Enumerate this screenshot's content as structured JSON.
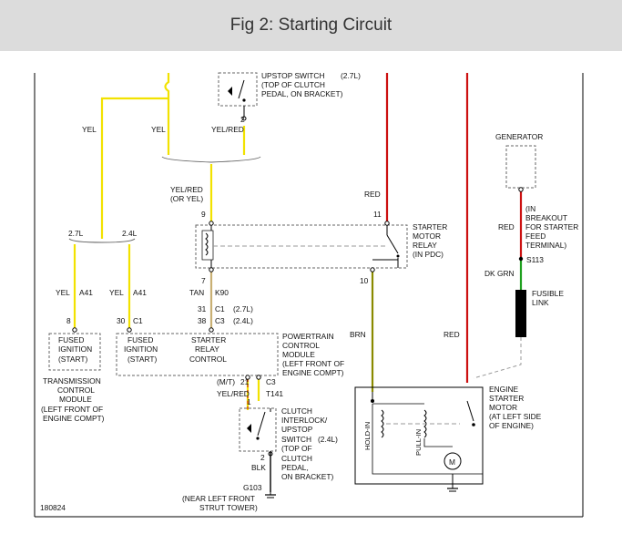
{
  "figure_title": "Fig 2: Starting Circuit",
  "diagram_id": "180824",
  "colors": {
    "yellow": "#f2e200",
    "red": "#cc1010",
    "olive": "#8a8a00",
    "green": "#1ea01e",
    "black": "#000000",
    "gray": "#9a9a9a"
  },
  "labels": {
    "upstop_top_1": "UPSTOP SWITCH",
    "upstop_top_2": "(TOP OF CLUTCH",
    "upstop_top_3": "PEDAL, ON BRACKET)",
    "upstop_top_volt": "(2.7L)",
    "pin2_top": "2",
    "yel_left": "YEL",
    "yel_mid": "YEL",
    "yel_red_top": "YEL/RED",
    "yel_red_or_yel_1": "YEL/RED",
    "yel_red_or_yel_2": "(OR YEL)",
    "pin9": "9",
    "pin11": "11",
    "red_relay": "RED",
    "starter_relay_1": "STARTER",
    "starter_relay_2": "MOTOR",
    "starter_relay_3": "RELAY",
    "starter_relay_4": "(IN PDC)",
    "generator": "GENERATOR",
    "red_gen": "RED",
    "breakout_1": "(IN",
    "breakout_2": "BREAKOUT",
    "breakout_3": "FOR STARTER",
    "breakout_4": "FEED",
    "breakout_5": "TERMINAL)",
    "s113": "S113",
    "dk_grn": "DK GRN",
    "fusible_1": "FUSIBLE",
    "fusible_2": "LINK",
    "v27": "2.7L",
    "v24": "2.4L",
    "pin7": "7",
    "pin10": "10",
    "tan": "TAN",
    "k90": "K90",
    "c1_31": "31",
    "c1_c1": "C1",
    "c1_27": "(2.7L)",
    "c3_38": "38",
    "c3_c3": "C3",
    "c3_24": "(2.4L)",
    "yel_a41_1": "YEL",
    "a41_1": "A41",
    "yel_a41_2": "YEL",
    "a41_2": "A41",
    "pin8": "8",
    "pin30": "30",
    "pin30_c1": "C1",
    "fused_tcm_1": "FUSED",
    "fused_tcm_2": "IGNITION",
    "fused_tcm_3": "(START)",
    "fused_pcm_1": "FUSED",
    "fused_pcm_2": "IGNITION",
    "fused_pcm_3": "(START)",
    "starter_relay_ctl_1": "STARTER",
    "starter_relay_ctl_2": "RELAY",
    "starter_relay_ctl_3": "CONTROL",
    "pcm_1": "POWERTRAIN",
    "pcm_2": "CONTROL",
    "pcm_3": "MODULE",
    "pcm_4": "(LEFT FRONT OF",
    "pcm_5": "ENGINE COMPT)",
    "tcm_1": "TRANSMISSION",
    "tcm_2": "CONTROL",
    "tcm_3": "MODULE",
    "tcm_4": "(LEFT FRONT OF",
    "tcm_5": "ENGINE COMPT)",
    "brn": "BRN",
    "red_engine": "RED",
    "mt": "(M/T)",
    "mt_21": "21",
    "mt_c3": "C3",
    "yel_red_clutch": "YEL/RED",
    "t141": "T141",
    "pin1": "1",
    "clutch_1": "CLUTCH",
    "clutch_2": "INTERLOCK/",
    "clutch_3": "UPSTOP",
    "clutch_4": "SWITCH",
    "clutch_volt": "(2.4L)",
    "clutch_5": "(TOP OF",
    "clutch_6": "CLUTCH",
    "clutch_7": "PEDAL,",
    "clutch_8": "ON BRACKET)",
    "pin2_bot": "2",
    "blk": "BLK",
    "g103": "G103",
    "ground_1": "(NEAR LEFT FRONT",
    "ground_2": "STRUT TOWER)",
    "engine_starter_1": "ENGINE",
    "engine_starter_2": "STARTER",
    "engine_starter_3": "MOTOR",
    "engine_starter_4": "(AT LEFT SIDE",
    "engine_starter_5": "OF ENGINE)",
    "hold_in": "HOLD-IN",
    "pull_in": "PULL-IN",
    "motor_symbol": "M"
  }
}
